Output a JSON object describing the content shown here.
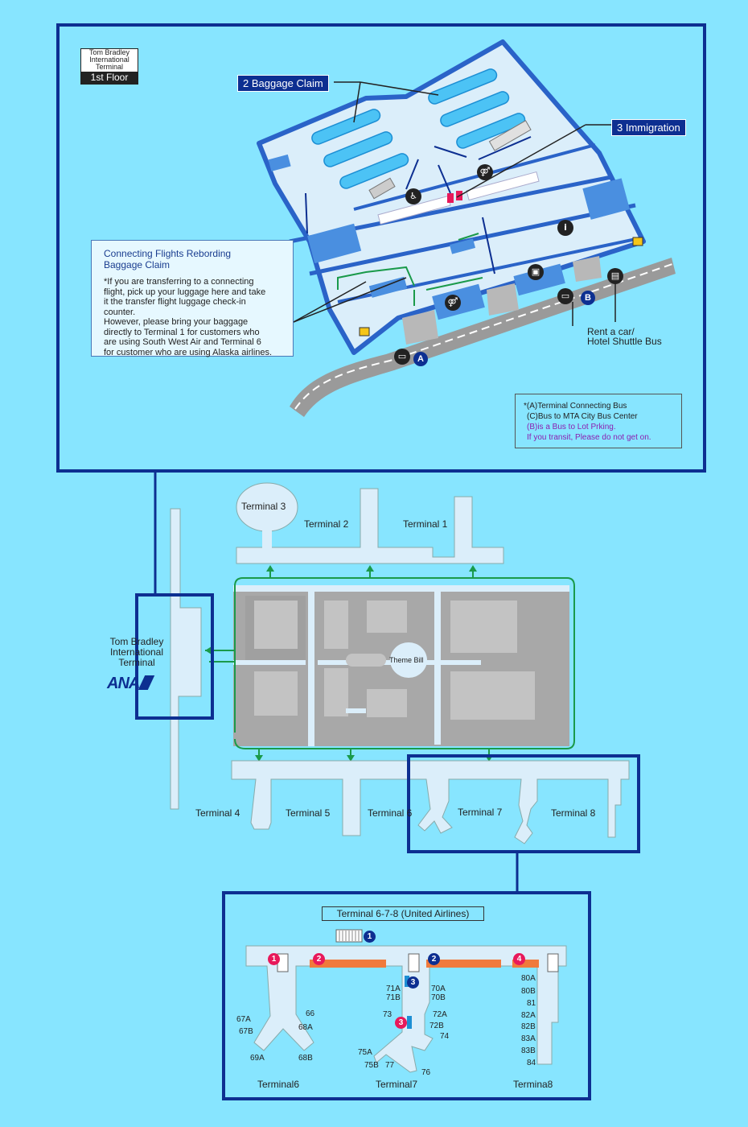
{
  "top_map": {
    "floor_label": {
      "line1": "Tom Bradley",
      "line2": "International",
      "line3": "Terminal",
      "floor": "1st Floor"
    },
    "callouts": {
      "baggage_claim": "2 Baggage Claim",
      "immigration": "3 Immigration"
    },
    "note": {
      "title_line1": "Connecting Flights Rebording",
      "title_line2": "Baggage Claim",
      "body": [
        "*If you are transferring to a connecting",
        " flight, pick up your luggage here and take",
        " it the transfer flight luggage check-in",
        " counter.",
        "However, please bring your baggage",
        "directly to Terminal 1 for customers who",
        "are using South West Air and Terminal 6",
        "for customer who are using Alaska airlines."
      ]
    },
    "markers": {
      "a": "A",
      "b": "B"
    },
    "rent_car": {
      "line1": "Rent a car/",
      "line2": "Hotel Shuttle Bus"
    },
    "legend": {
      "line1": "*(A)Terminal Connecting Bus",
      "line2": "(C)Bus to MTA City Bus Center",
      "line3": "(B)is a Bus to Lot Prking.",
      "line4": "If you transit, Please do not get on."
    },
    "icons": [
      "restroom-icon",
      "information-icon",
      "taxi-icon",
      "bus-icon",
      "car-icon",
      "escalator-icon"
    ]
  },
  "airport_map": {
    "terminals": {
      "t1": "Terminal 1",
      "t2": "Terminal 2",
      "t3": "Terminal 3",
      "t4": "Terminal 4",
      "t5": "Terminal 5",
      "t6": "Terminal 6",
      "t7": "Terminal 7",
      "t8": "Terminal 8"
    },
    "tbit": {
      "line1": "Tom Bradley",
      "line2": "International",
      "line3": "Terminal"
    },
    "center": "Theme Bill",
    "logo": "ANA"
  },
  "bottom_map": {
    "title": "Terminal 6-7-8 (United Airlines)",
    "gates": {
      "t6": [
        "67A",
        "67B",
        "69A",
        "66",
        "68A",
        "68B"
      ],
      "t7": [
        "71A",
        "71B",
        "70A",
        "70B",
        "73",
        "72A",
        "72B",
        "74",
        "75A",
        "75B",
        "77",
        "76"
      ],
      "t8": [
        "80A",
        "80B",
        "81",
        "82A",
        "82B",
        "83A",
        "83B",
        "84"
      ]
    },
    "numbers": {
      "n1": "1",
      "n2": "2",
      "n3": "3",
      "n4": "4"
    },
    "labels": {
      "t6": "Terminal6",
      "t7": "Terminal7",
      "t8": "Termina8"
    }
  },
  "colors": {
    "sky": "#87e5ff",
    "navy": "#0d2f91",
    "floor": "#dbeefa",
    "wall": "#2a63c8",
    "carousel": "#4cc3f5",
    "green": "#1a9a4a",
    "orange": "#f07a3c",
    "pink": "#e8195a",
    "road": "#9a9a9a"
  }
}
